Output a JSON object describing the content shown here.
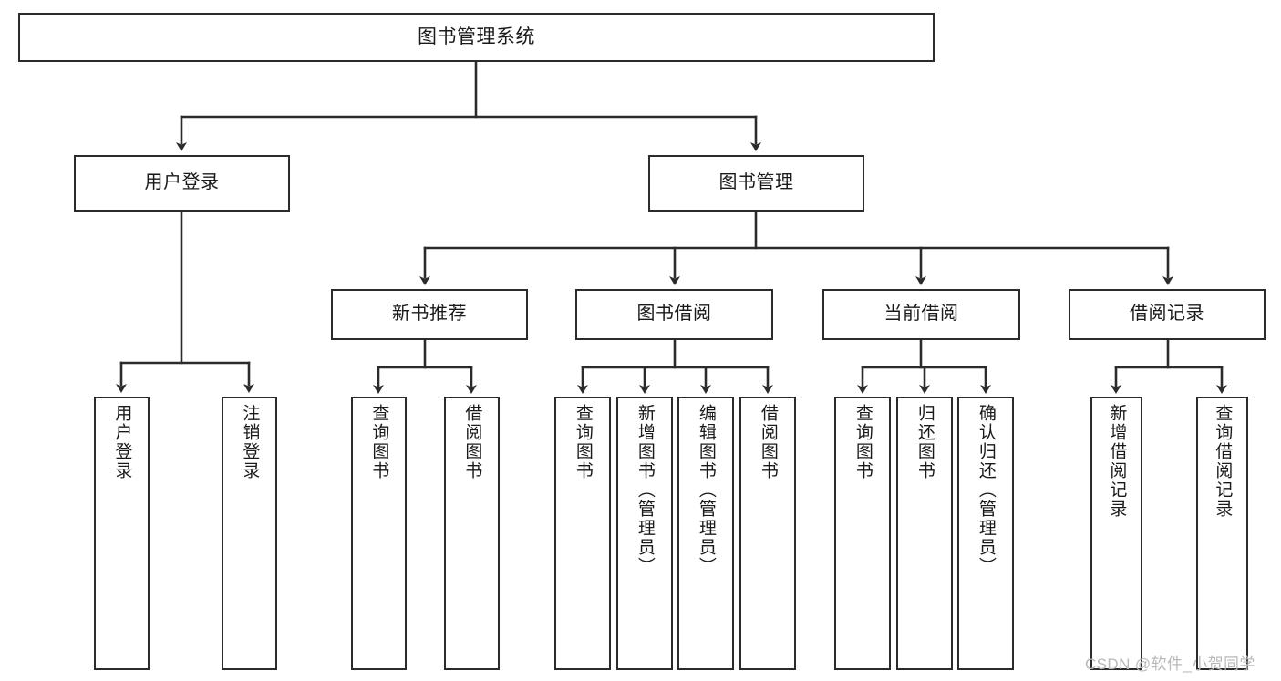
{
  "diagram": {
    "type": "tree-hierarchy-chart",
    "title": "图书管理系统",
    "background_color": "#ffffff",
    "box_border_color": "#2b2b2b",
    "connector_color": "#2b2b2b",
    "nodes": {
      "root": {
        "label": "图书管理系统"
      },
      "level2": [
        {
          "label": "用户登录"
        },
        {
          "label": "图书管理"
        }
      ],
      "level3": [
        {
          "label": "新书推荐"
        },
        {
          "label": "图书借阅"
        },
        {
          "label": "当前借阅"
        },
        {
          "label": "借阅记录"
        }
      ],
      "leaves": {
        "user_login": [
          {
            "label": "用户登录"
          },
          {
            "label": "注销登录"
          }
        ],
        "new_book_recommend": [
          {
            "label": "查询图书"
          },
          {
            "label": "借阅图书"
          }
        ],
        "book_borrow": [
          {
            "label": "查询图书"
          },
          {
            "label": "新增图书（管理员）"
          },
          {
            "label": "编辑图书（管理员）"
          },
          {
            "label": "借阅图书"
          }
        ],
        "current_borrow": [
          {
            "label": "查询图书"
          },
          {
            "label": "归还图书"
          },
          {
            "label": "确认归还（管理员）"
          }
        ],
        "borrow_record": [
          {
            "label": "新增借阅记录"
          },
          {
            "label": "查询借阅记录"
          }
        ]
      }
    },
    "watermark": "CSDN @软件_小贺同学"
  }
}
